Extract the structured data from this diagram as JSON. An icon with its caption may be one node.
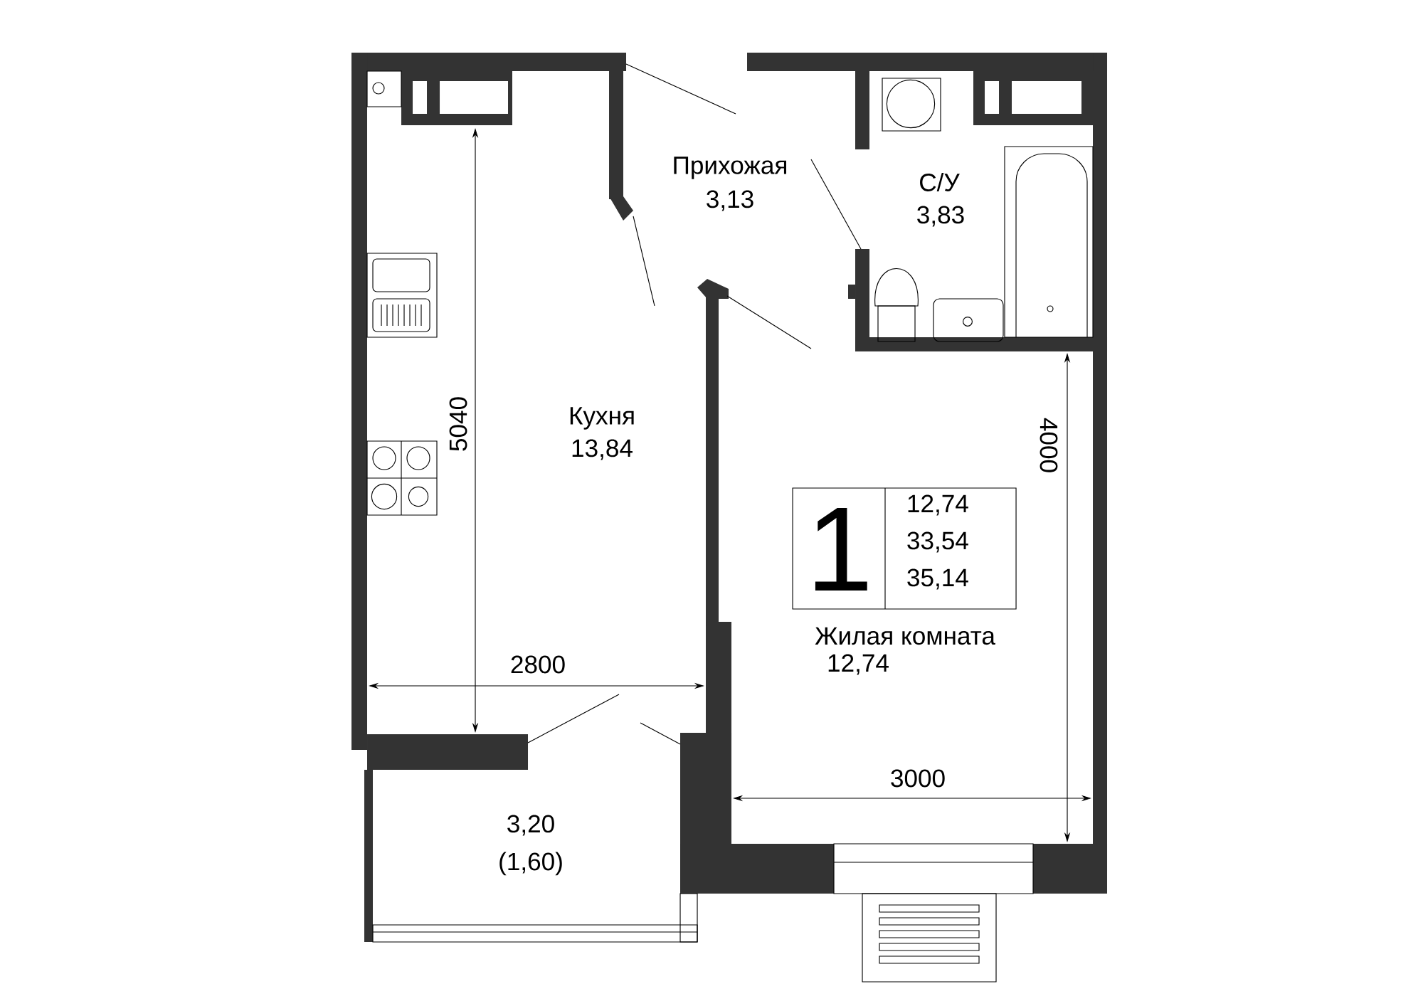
{
  "diagram": {
    "nodes": [
      {
        "text": [
          "1",
          "12,74",
          "33,54",
          "35,14"
        ]
      }
    ],
    "labels": [
      "Прихожая",
      "3,13",
      "С/У",
      "3,83",
      "Кухня",
      "13,84",
      "5040",
      "4000",
      "Жилая комната",
      "12,74",
      "2800",
      "3000",
      "3,20",
      "(1,60)"
    ]
  }
}
